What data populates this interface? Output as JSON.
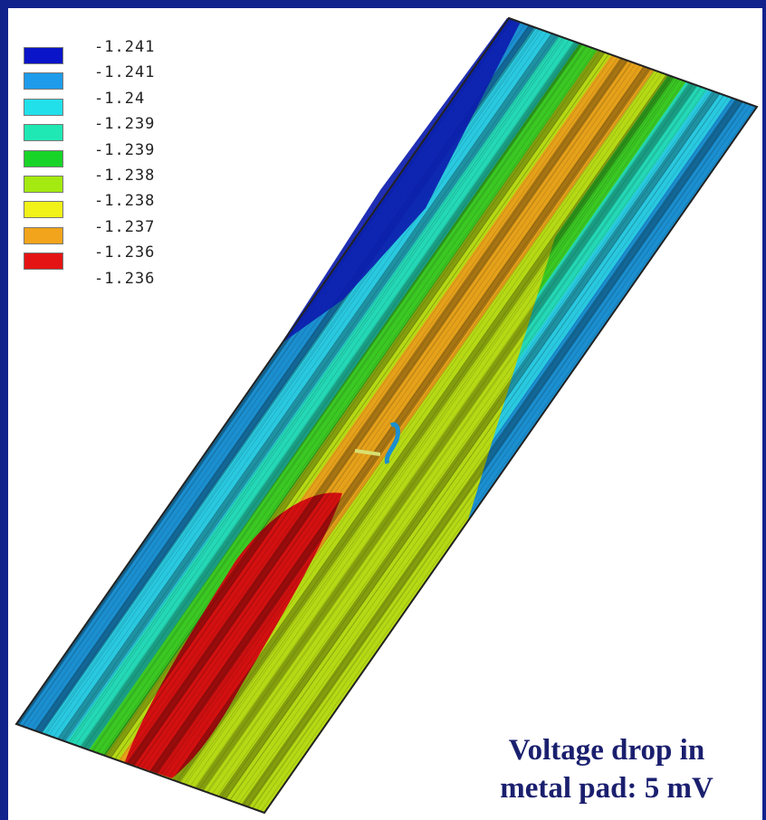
{
  "legend": {
    "entries": [
      {
        "label": "-1.241",
        "color": "#0a14c8"
      },
      {
        "label": "-1.241",
        "color": "#1e9bea"
      },
      {
        "label": "-1.24",
        "color": "#22e0ea"
      },
      {
        "label": "-1.239",
        "color": "#20e8b4"
      },
      {
        "label": "-1.239",
        "color": "#18d428"
      },
      {
        "label": "-1.238",
        "color": "#a4ea10"
      },
      {
        "label": "-1.238",
        "color": "#f0f218"
      },
      {
        "label": "-1.237",
        "color": "#f2a41c"
      },
      {
        "label": "-1.236",
        "color": "#e41414"
      },
      {
        "label": "-1.236",
        "color": null
      }
    ]
  },
  "caption": {
    "line1": "Voltage drop in",
    "line2": "metal pad: 5 mV"
  },
  "colors": {
    "frame": "#12228c",
    "caption_text": "#1a1f6e"
  }
}
